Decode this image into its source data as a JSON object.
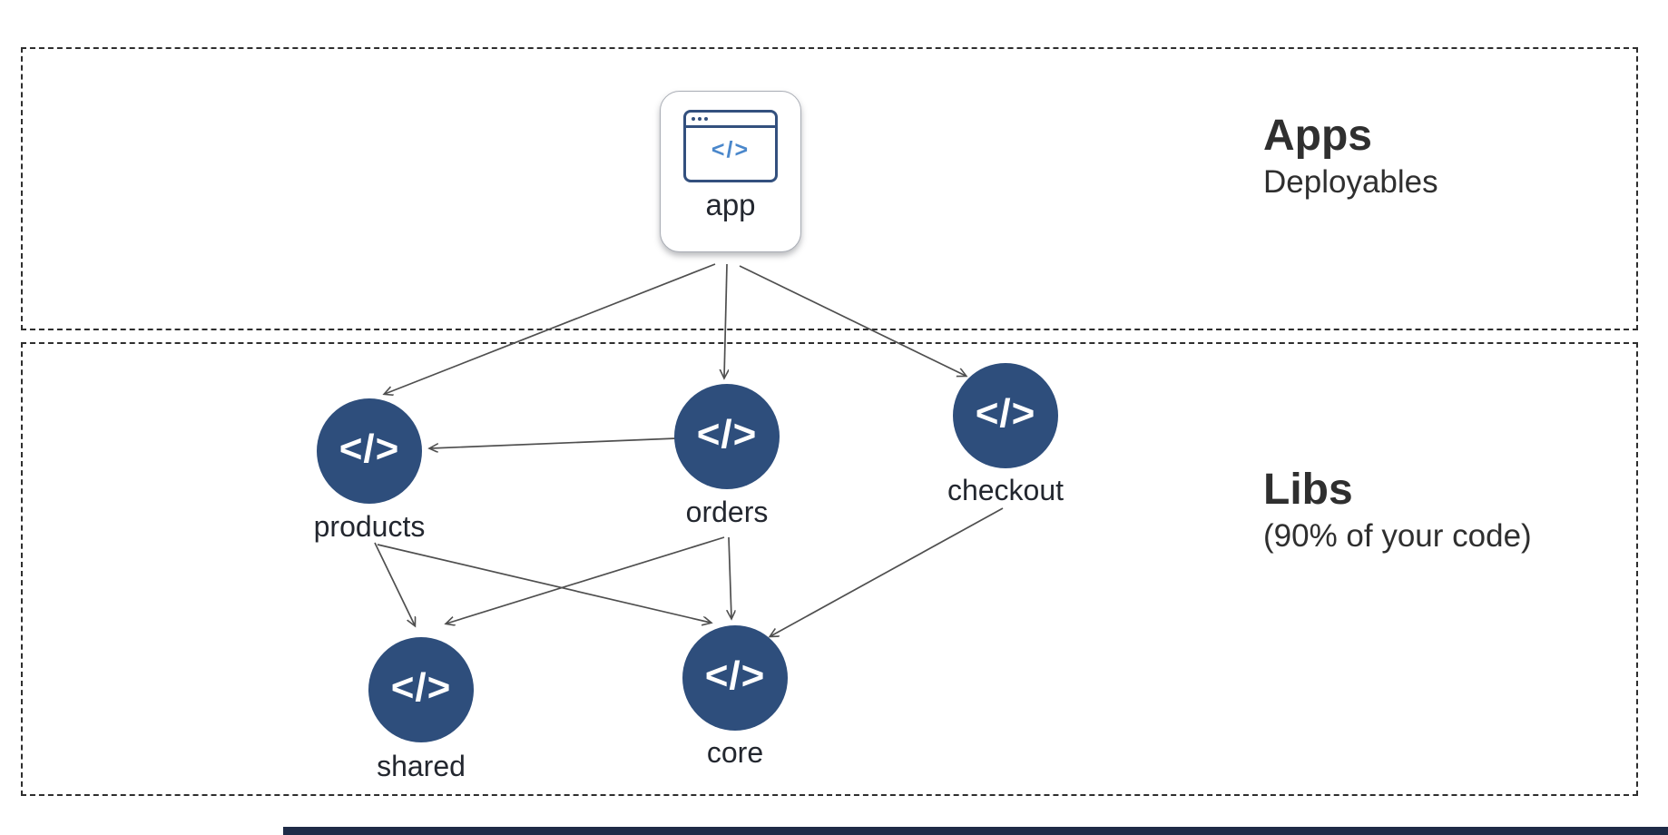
{
  "sections": {
    "apps": {
      "title": "Apps",
      "subtitle": "Deployables"
    },
    "libs": {
      "title": "Libs",
      "subtitle": "(90% of your code)"
    }
  },
  "nodes": {
    "app": {
      "label": "app",
      "type": "application"
    },
    "products": {
      "label": "products",
      "type": "library"
    },
    "orders": {
      "label": "orders",
      "type": "library"
    },
    "checkout": {
      "label": "checkout",
      "type": "library"
    },
    "shared": {
      "label": "shared",
      "type": "library"
    },
    "core": {
      "label": "core",
      "type": "library"
    }
  },
  "icons": {
    "code_glyph": "</>"
  },
  "edges": [
    {
      "from": "app",
      "to": "products"
    },
    {
      "from": "app",
      "to": "orders"
    },
    {
      "from": "app",
      "to": "checkout"
    },
    {
      "from": "orders",
      "to": "products"
    },
    {
      "from": "products",
      "to": "shared"
    },
    {
      "from": "products",
      "to": "core"
    },
    {
      "from": "orders",
      "to": "shared"
    },
    {
      "from": "orders",
      "to": "core"
    },
    {
      "from": "checkout",
      "to": "core"
    }
  ],
  "colors": {
    "library_fill": "#2e4e7c",
    "app_icon_outline": "#33507e",
    "code_icon_blue": "#4a87cb",
    "dashed_border": "#2e2e2e",
    "arrow": "#4f4f4f",
    "bottom_bar": "#1f2b47"
  }
}
